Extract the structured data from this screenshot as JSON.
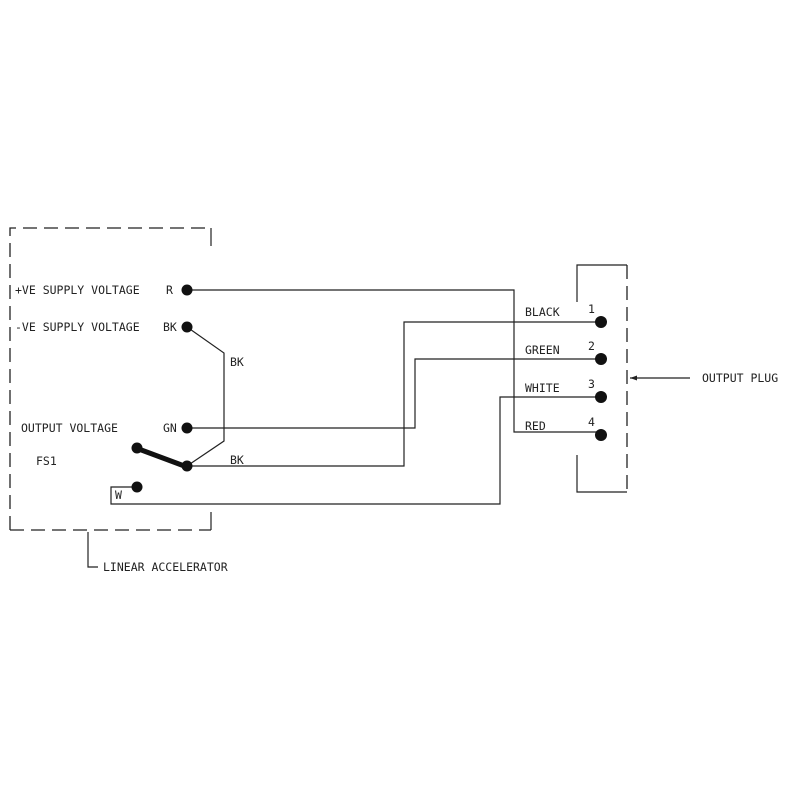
{
  "linear_accelerator": {
    "label": "LINEAR ACCELERATOR",
    "pos_supply": "+VE SUPPLY VOLTAGE",
    "pos_supply_wire": "R",
    "neg_supply": "-VE SUPPLY VOLTAGE",
    "neg_supply_wire": "BK",
    "output_voltage": "OUTPUT VOLTAGE",
    "output_wire": "GN",
    "switch_label": "FS1",
    "white_wire": "W",
    "bk_label_1": "BK",
    "bk_label_2": "BK"
  },
  "output_plug": {
    "label": "OUTPUT PLUG",
    "pins": [
      {
        "number": "1",
        "color": "BLACK"
      },
      {
        "number": "2",
        "color": "GREEN"
      },
      {
        "number": "3",
        "color": "WHITE"
      },
      {
        "number": "4",
        "color": "RED"
      }
    ]
  }
}
